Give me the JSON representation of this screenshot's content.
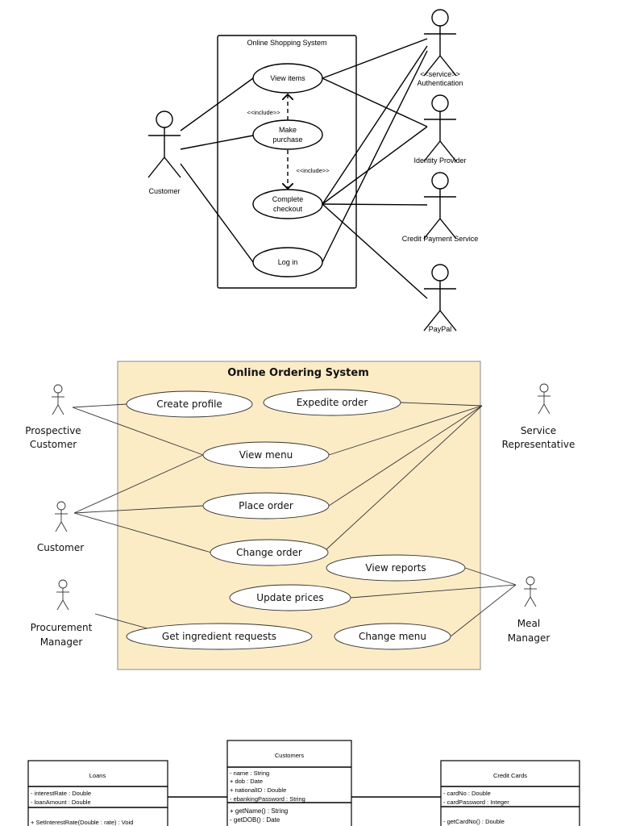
{
  "shopping": {
    "system_title": "Online Shopping System",
    "customer": "Customer",
    "use_cases": {
      "view_items": "View items",
      "make_purchase_1": "Make",
      "make_purchase_2": "purchase",
      "complete_checkout_1": "Complete",
      "complete_checkout_2": "checkout",
      "log_in": "Log in"
    },
    "include_1": "<<include>>",
    "include_2": "<<include>>",
    "actors": {
      "auth_stereotype": "<<service>>",
      "auth": "Authentication",
      "identity": "Identity Provider",
      "credit": "Credit Payment Service",
      "paypal": "PayPal"
    }
  },
  "ordering": {
    "system_title": "Online Ordering System",
    "background": "#fcecc6",
    "use_cases": {
      "create_profile": "Create profile",
      "expedite_order": "Expedite order",
      "view_menu": "View menu",
      "place_order": "Place order",
      "change_order": "Change order",
      "view_reports": "View reports",
      "update_prices": "Update prices",
      "get_ingredient_requests": "Get ingredient requests",
      "change_menu": "Change menu"
    },
    "actors": {
      "prospective_1": "Prospective",
      "prospective_2": "Customer",
      "service_1": "Service",
      "service_2": "Representative",
      "customer": "Customer",
      "procurement_1": "Procurement",
      "procurement_2": "Manager",
      "meal_1": "Meal",
      "meal_2": "Manager"
    }
  },
  "classes": {
    "loans": {
      "name": "Loans",
      "attributes": [
        "- interestRate : Double",
        "- loanAmount : Double"
      ],
      "methods": [
        "+ SetInterestRate(Double : rate) : Void"
      ]
    },
    "customers": {
      "name": "Customers",
      "attributes": [
        "- name : String",
        "+ dob : Date",
        "+ nationalID : Double",
        "- ebankingPassword : String"
      ],
      "methods": [
        "+ getName() : String",
        "- getDOB() : Date"
      ]
    },
    "credit_cards": {
      "name": "Credit Cards",
      "attributes": [
        "- cardNo : Double",
        "- cardPassword : Integer"
      ],
      "methods": [
        "- getCardNo() : Double"
      ]
    }
  }
}
